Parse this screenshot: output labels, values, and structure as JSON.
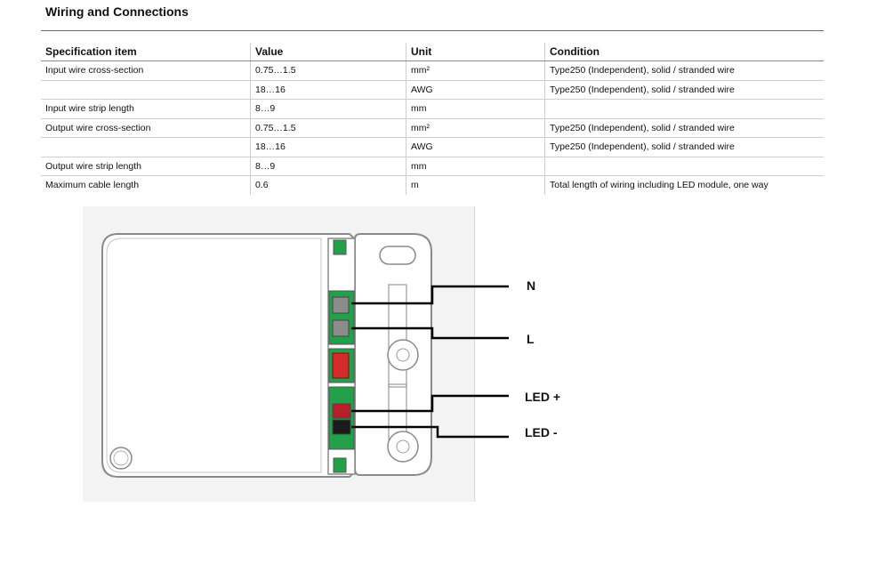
{
  "section": {
    "title": "Wiring and Connections"
  },
  "table": {
    "headers": [
      "Specification item",
      "Value",
      "Unit",
      "Condition"
    ],
    "rows": [
      [
        "Input wire cross-section",
        "0.75…1.5",
        "mm²",
        "Type250 (Independent), solid / stranded wire"
      ],
      [
        "",
        "18…16",
        "AWG",
        "Type250 (Independent), solid / stranded wire"
      ],
      [
        "Input wire strip length",
        "8…9",
        "mm",
        ""
      ],
      [
        "Output wire cross-section",
        "0.75…1.5",
        "mm²",
        "Type250 (Independent), solid / stranded wire"
      ],
      [
        "",
        "18…16",
        "AWG",
        "Type250 (Independent), solid / stranded wire"
      ],
      [
        "Output wire strip length",
        "8…9",
        "mm",
        ""
      ],
      [
        "Maximum cable length",
        "0.6",
        "m",
        "Total length of wiring including LED module, one way"
      ]
    ]
  },
  "diagram": {
    "labels": {
      "n": "N",
      "l": "L",
      "led_plus": "LED +",
      "led_minus": "LED -"
    },
    "colors": {
      "terminal_green": "#23a04a",
      "input_terminal_grey": "#8c8c8c",
      "switch_red": "#d42b2b",
      "output_terminal_red": "#b81f2b",
      "output_terminal_black": "#1a1a1a"
    }
  }
}
